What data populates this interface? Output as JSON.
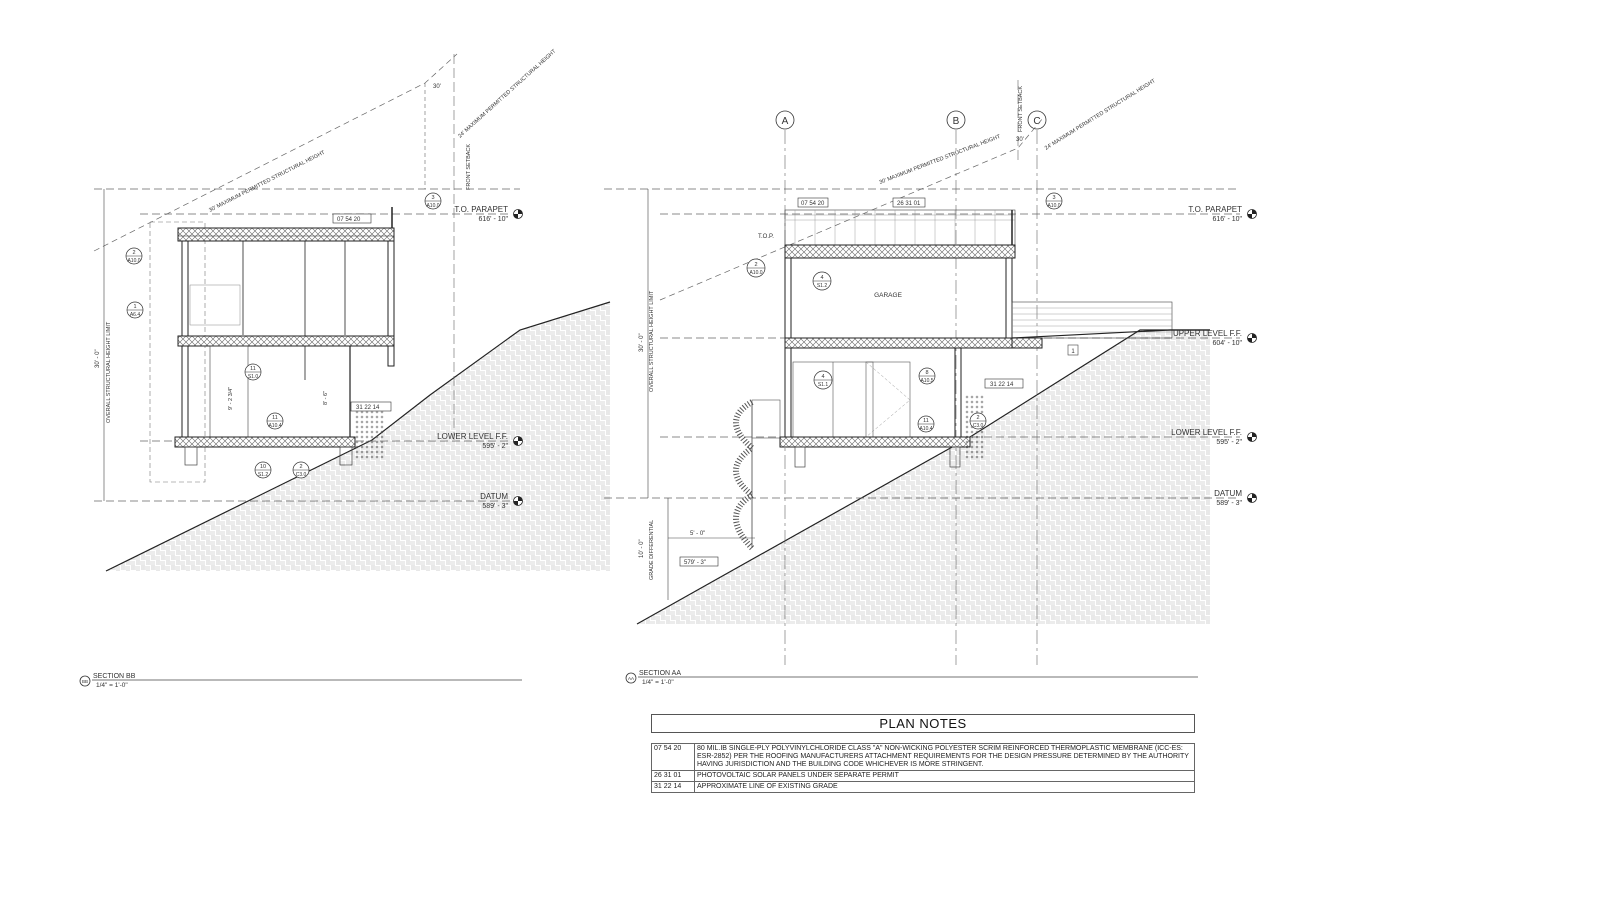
{
  "section_bb": {
    "title": "SECTION BB",
    "scale": "1/4\" = 1'-0\"",
    "tag": "BB",
    "levels": [
      {
        "name": "T.O. PARAPET",
        "elev": "616' - 10\""
      },
      {
        "name": "LOWER LEVEL F.F.",
        "elev": "595' - 2\""
      },
      {
        "name": "DATUM",
        "elev": "589' - 3\""
      }
    ],
    "max_height_label": "30' MAXIMUM PERMITTED STRUCTURAL HEIGHT",
    "max_height_label_2": "24' MAXIMUM PERMITTED STRUCTURAL HEIGHT",
    "front_setback": "FRONT SETBACK",
    "overall_height_label": "OVERALL STRUCTURAL HEIGHT LIMIT",
    "overall_dim": "30' - 0\"",
    "setback_dim": "30'",
    "ceiling_dim_1": "8' - 6\"",
    "ceiling_dim_2": "9' - 2 3/4\"",
    "tag_roof": "07 54 20",
    "tag_grade": "31 22 14",
    "callouts": [
      {
        "num": "3",
        "ref": "A10.0"
      },
      {
        "num": "2",
        "ref": "A10.0"
      },
      {
        "num": "1",
        "ref": "A6.4"
      },
      {
        "num": "11",
        "ref": "S1.0"
      },
      {
        "num": "11",
        "ref": "A10.4"
      },
      {
        "num": "10",
        "ref": "S1.2"
      },
      {
        "num": "2",
        "ref": "C3.0"
      }
    ]
  },
  "section_aa": {
    "title": "SECTION AA",
    "scale": "1/4\" = 1'-0\"",
    "tag": "AA",
    "grids": [
      "A",
      "B",
      "C"
    ],
    "levels": [
      {
        "name": "T.O. PARAPET",
        "elev": "616' - 10\""
      },
      {
        "name": "UPPER LEVEL F.F.",
        "elev": "604' - 10\""
      },
      {
        "name": "LOWER LEVEL F.F.",
        "elev": "595' - 2\""
      },
      {
        "name": "DATUM",
        "elev": "589' - 3\""
      }
    ],
    "max_height_label": "30' MAXIMUM PERMITTED STRUCTURAL HEIGHT",
    "max_height_label_2": "24' MAXIMUM PERMITTED STRUCTURAL HEIGHT",
    "front_setback": "FRONT SETBACK",
    "overall_height_label": "OVERALL STRUCTURAL HEIGHT LIMIT",
    "overall_dim": "30' - 0\"",
    "grade_diff_label": "GRADE DIFFERENTIAL",
    "grade_diff_dim": "10' - 0\"",
    "stair_dim": "5' - 0\"",
    "low_elev": "579' - 3\"",
    "setback_dim": "30'",
    "room_label": "GARAGE",
    "top_label": "T.O.P.",
    "tag_roof": "07 54 20",
    "tag_solar": "26 31 01",
    "tag_grade": "31 22 14",
    "callouts": [
      {
        "num": "3",
        "ref": "A10.0"
      },
      {
        "num": "2",
        "ref": "A10.0"
      },
      {
        "num": "4",
        "ref": "S1.2"
      },
      {
        "num": "4",
        "ref": "S1.1"
      },
      {
        "num": "8",
        "ref": "A10.5"
      },
      {
        "num": "11",
        "ref": "A10.4"
      },
      {
        "num": "2",
        "ref": "C3.0"
      },
      {
        "num": "1",
        "ref": ""
      }
    ]
  },
  "plan_notes": {
    "title": "PLAN NOTES",
    "rows": [
      {
        "code": "07 54 20",
        "text": "80 MIL.IB SINGLE-PLY POLYVINYLCHLORIDE CLASS \"A\" NON-WICKING POLYESTER SCRIM REINFORCED THERMOPLASTIC MEMBRANE (ICC-ES: ESR-2852) PER THE ROOFING MANUFACTURERS ATTACHMENT REQUIREMENTS FOR THE DESIGN PRESSURE DETERMINED BY THE AUTHORITY HAVING JURISDICTION AND THE BUILDING CODE WHICHEVER IS MORE STRINGENT."
      },
      {
        "code": "26 31 01",
        "text": "PHOTOVOLTAIC SOLAR PANELS UNDER SEPARATE PERMIT"
      },
      {
        "code": "31 22 14",
        "text": "APPROXIMATE LINE OF EXISTING GRADE"
      }
    ]
  },
  "colors": {
    "line": "#333333",
    "light_line": "#777777",
    "dash": "#666666",
    "hatch": "#bbbbbb"
  }
}
